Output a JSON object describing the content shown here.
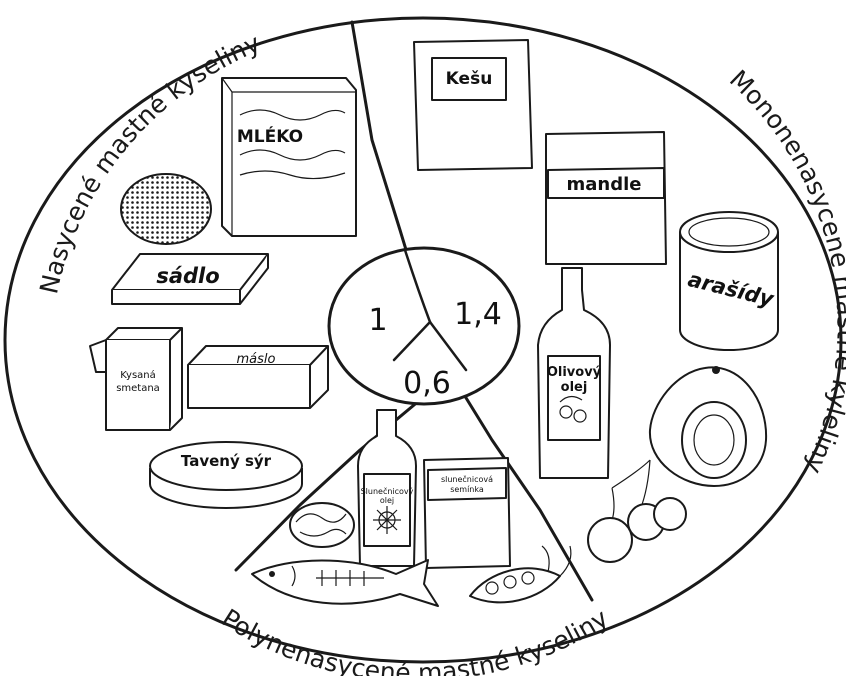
{
  "sectors": {
    "saturated": {
      "title": "Nasycené mastné kyseliny",
      "ratio": "1"
    },
    "monounsaturated": {
      "title": "Mononenasycené mastné kyleliny",
      "ratio": "1,4"
    },
    "polyunsaturated": {
      "title": "Polynenasycené mastné kyseliny",
      "ratio": "0,6"
    }
  },
  "food_labels": {
    "mleko": "MLÉKO",
    "sadlo": "sádlo",
    "maslo": "máslo",
    "kysana_line1": "Kysaná",
    "kysana_line2": "smetana",
    "taveny_syr": "Tavený sýr",
    "kesu": "Kešu",
    "mandle": "mandle",
    "arasidy": "arašídy",
    "olivovy_line1": "Olivový",
    "olivovy_line2": "olej",
    "slunecnicovy_olej_line1": "Slunečnicový",
    "slunecnicovy_olej_line2": "olej",
    "slunecnicova_seminka_line1": "slunečnicová",
    "slunecnicova_seminka_line2": "semínka"
  },
  "icons": [
    "milk-carton-icon",
    "lard-block-icon",
    "butter-icon",
    "sour-cream-icon",
    "processed-cheese-icon",
    "coconut-icon",
    "cashew-bag-icon",
    "almond-bag-icon",
    "peanut-can-icon",
    "olive-oil-bottle-icon",
    "avocado-icon",
    "cherry-icon",
    "sunflower-oil-bottle-icon",
    "sunflower-seeds-bag-icon",
    "walnut-icon",
    "fish-icon",
    "pea-pod-icon"
  ]
}
